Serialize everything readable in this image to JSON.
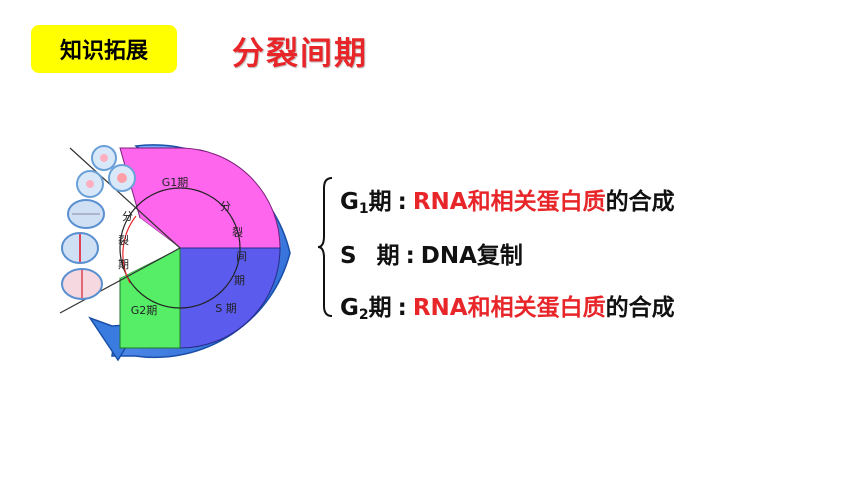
{
  "header": {
    "badge": "知识拓展",
    "title": "分裂间期"
  },
  "diagram": {
    "g1_label": "G1期",
    "s_label": "S 期",
    "g2_label": "G2期",
    "interphase_text": [
      "分",
      "裂",
      "间",
      "期"
    ],
    "mphase_text": [
      "分",
      "裂",
      "期"
    ],
    "colors": {
      "g1": "#ff66ee",
      "s": "#5b5bee",
      "g2": "#55ee66",
      "arrow": "#2f6fd6"
    }
  },
  "notes": [
    {
      "phase": "G",
      "sub": "1",
      "suffix": "期",
      "colon": ":",
      "red": "RNA和相关蛋白质",
      "tail": "的合成"
    },
    {
      "phase": "S",
      "sub": "",
      "suffix": "期",
      "colon": ":",
      "red": "",
      "tail": "DNA复制"
    },
    {
      "phase": "G",
      "sub": "2",
      "suffix": "期",
      "colon": ":",
      "red": "RNA和相关蛋白质",
      "tail": "的合成"
    }
  ]
}
